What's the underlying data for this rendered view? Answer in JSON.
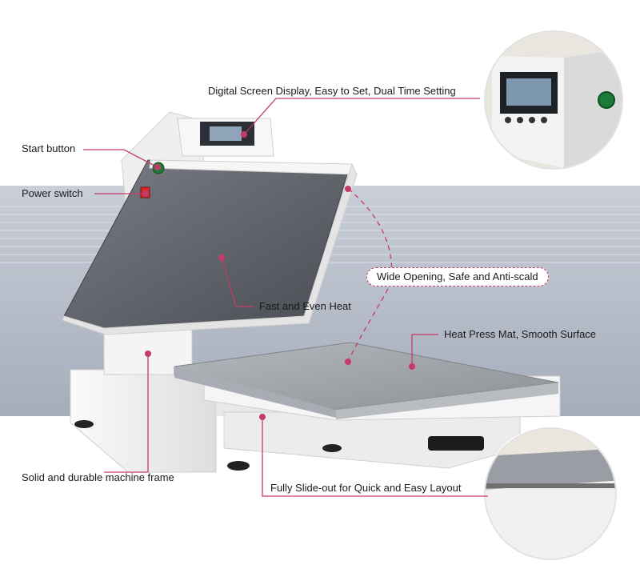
{
  "colors": {
    "accent": "#c63a6a",
    "band": "#aeb6c4",
    "machine_body": "#f1f1f1",
    "platen": "#5d6067",
    "mat": "#9a9ea4"
  },
  "labels": {
    "digital_display": "Digital Screen Display, Easy to Set, Dual Time Setting",
    "start_button": "Start button",
    "power_switch": "Power switch",
    "wide_opening": "Wide Opening, Safe and Anti-scald",
    "even_heat": "Fast and Even Heat",
    "press_mat": "Heat Press Mat, Smooth Surface",
    "machine_frame": "Solid and durable machine frame",
    "slide_out": "Fully Slide-out for Quick and Easy Layout"
  },
  "icons": {
    "pointer_dot": "dot-icon",
    "start": "green-button-icon",
    "power": "red-switch-icon"
  }
}
